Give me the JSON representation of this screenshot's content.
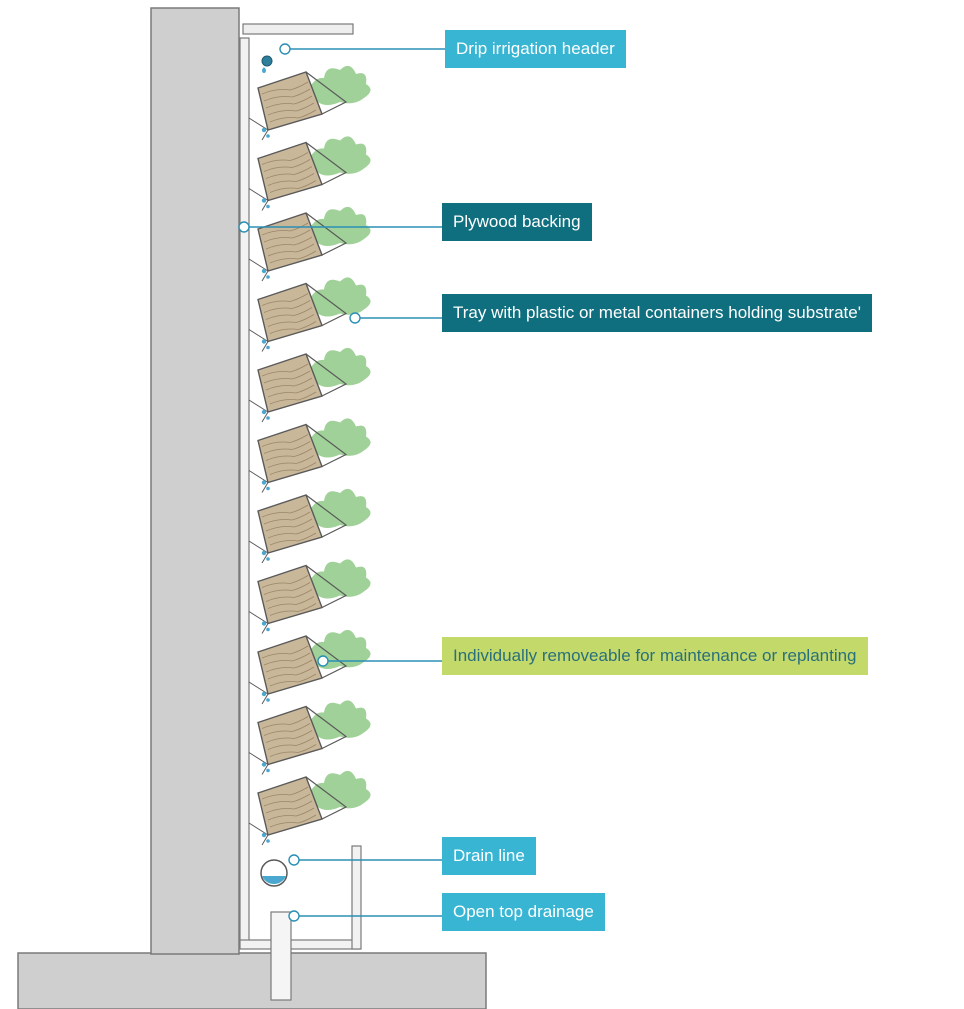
{
  "colors": {
    "wall": "#cfcfcf",
    "wall_stroke": "#7a7a7a",
    "plywood": "#f2f2f2",
    "tray_stroke": "#5a5a5a",
    "substrate": "#c9b79a",
    "plant": "#9bcf92",
    "water": "#4aa7cf",
    "leader_line": "#2a8fb5",
    "label_light_blue": "#37b5d3",
    "label_dark_teal": "#0f6f7f",
    "label_lime": "#c3d96a",
    "label_lime_text": "#2a6f7c"
  },
  "labels": {
    "drip_irrigation_header": "Drip irrigation header",
    "plywood_backing": "Plywood backing",
    "tray": "Tray with plastic or metal containers holding substrate'",
    "individually_removeable": "Individually removeable for maintenance or replanting",
    "drain_line": "Drain line",
    "open_top_drainage": "Open top drainage"
  }
}
